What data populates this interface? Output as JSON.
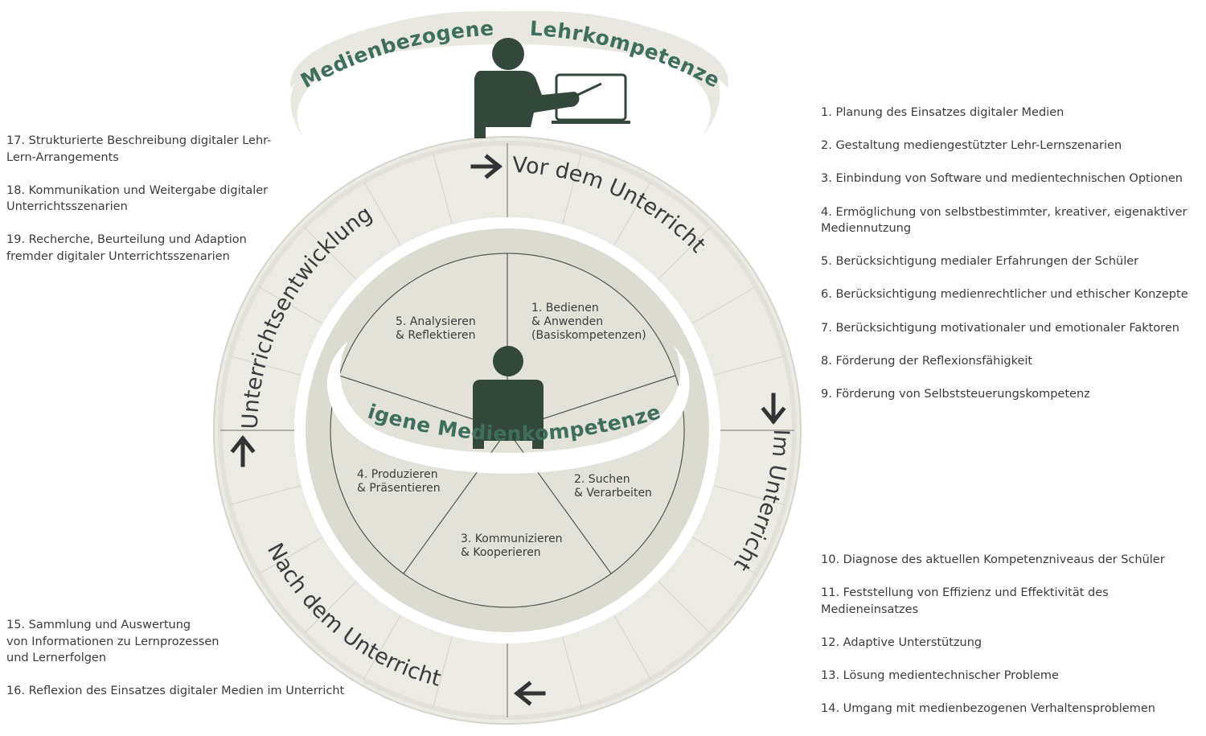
{
  "diagram": {
    "outer_title_left": "Medienbezogene",
    "outer_title_right": "Lehrkompetenzen",
    "inner_title": "Eigene Medienkompetenzen",
    "ring_labels": {
      "vor": "Vor dem Unterricht",
      "im": "Im Unterricht",
      "nach": "Nach dem Unterricht",
      "entwicklung": "Unterrichtsentwicklung"
    },
    "segments": [
      {
        "line1": "1. Bedienen",
        "line2": "& Anwenden",
        "line3": "(Basiskompetenzen)"
      },
      {
        "line1": "2. Suchen",
        "line2": "& Verarbeiten"
      },
      {
        "line1": "3. Kommunizieren",
        "line2": "& Kooperieren"
      },
      {
        "line1": "4. Produzieren",
        "line2": "& Präsentieren"
      },
      {
        "line1": "5. Analysieren",
        "line2": "& Reflektieren"
      }
    ],
    "colors": {
      "ring": "#ebeae3",
      "ring_outline": "#d6d5cc",
      "inner_disc": "#dcdbcf",
      "green_title": "#3e6f5c",
      "figure": "#33473a",
      "arrow": "#333333"
    },
    "icons": [
      "teacher-with-laptop-icon",
      "person-icon"
    ]
  },
  "competencies_right_top": [
    "1. Planung des Einsatzes digitaler Medien",
    "2. Gestaltung mediengestützter Lehr-Lernszenarien",
    "3. Einbindung von Software und medientechnischen Optionen",
    "4. Ermöglichung von selbstbestimmter, kreativer, eigenaktiver\n    Mediennutzung",
    "5. Berücksichtigung medialer Erfahrungen der Schüler",
    "6. Berücksichtigung medienrechtlicher und ethischer Konzepte",
    "7. Berücksichtigung motivationaler und emotionaler Faktoren",
    "8. Förderung der Reflexionsfähigkeit",
    "9. Förderung von Selbststeuerungskompetenz"
  ],
  "competencies_right_bottom": [
    "10. Diagnose des aktuellen Kompetenzniveaus der Schüler",
    "11. Feststellung von Effizienz und Effektivität des Medieneinsatzes",
    "12. Adaptive Unterstützung",
    "13. Lösung medientechnischer Probleme",
    "14. Umgang mit medienbezogenen Verhaltensproblemen"
  ],
  "competencies_left_top": [
    "17. Strukturierte Beschreibung digitaler Lehr-\n      Lern-Arrangements",
    "18. Kommunikation und Weitergabe digitaler\n      Unterrichtsszenarien",
    "19. Recherche, Beurteilung und Adaption\n      fremder digitaler Unterrichtsszenarien"
  ],
  "competencies_left_bottom": [
    "15. Sammlung und Auswertung\n      von Informationen zu Lernprozessen\n      und Lernerfolgen",
    "16. Reflexion des Einsatzes digitaler Medien im Unterricht"
  ]
}
